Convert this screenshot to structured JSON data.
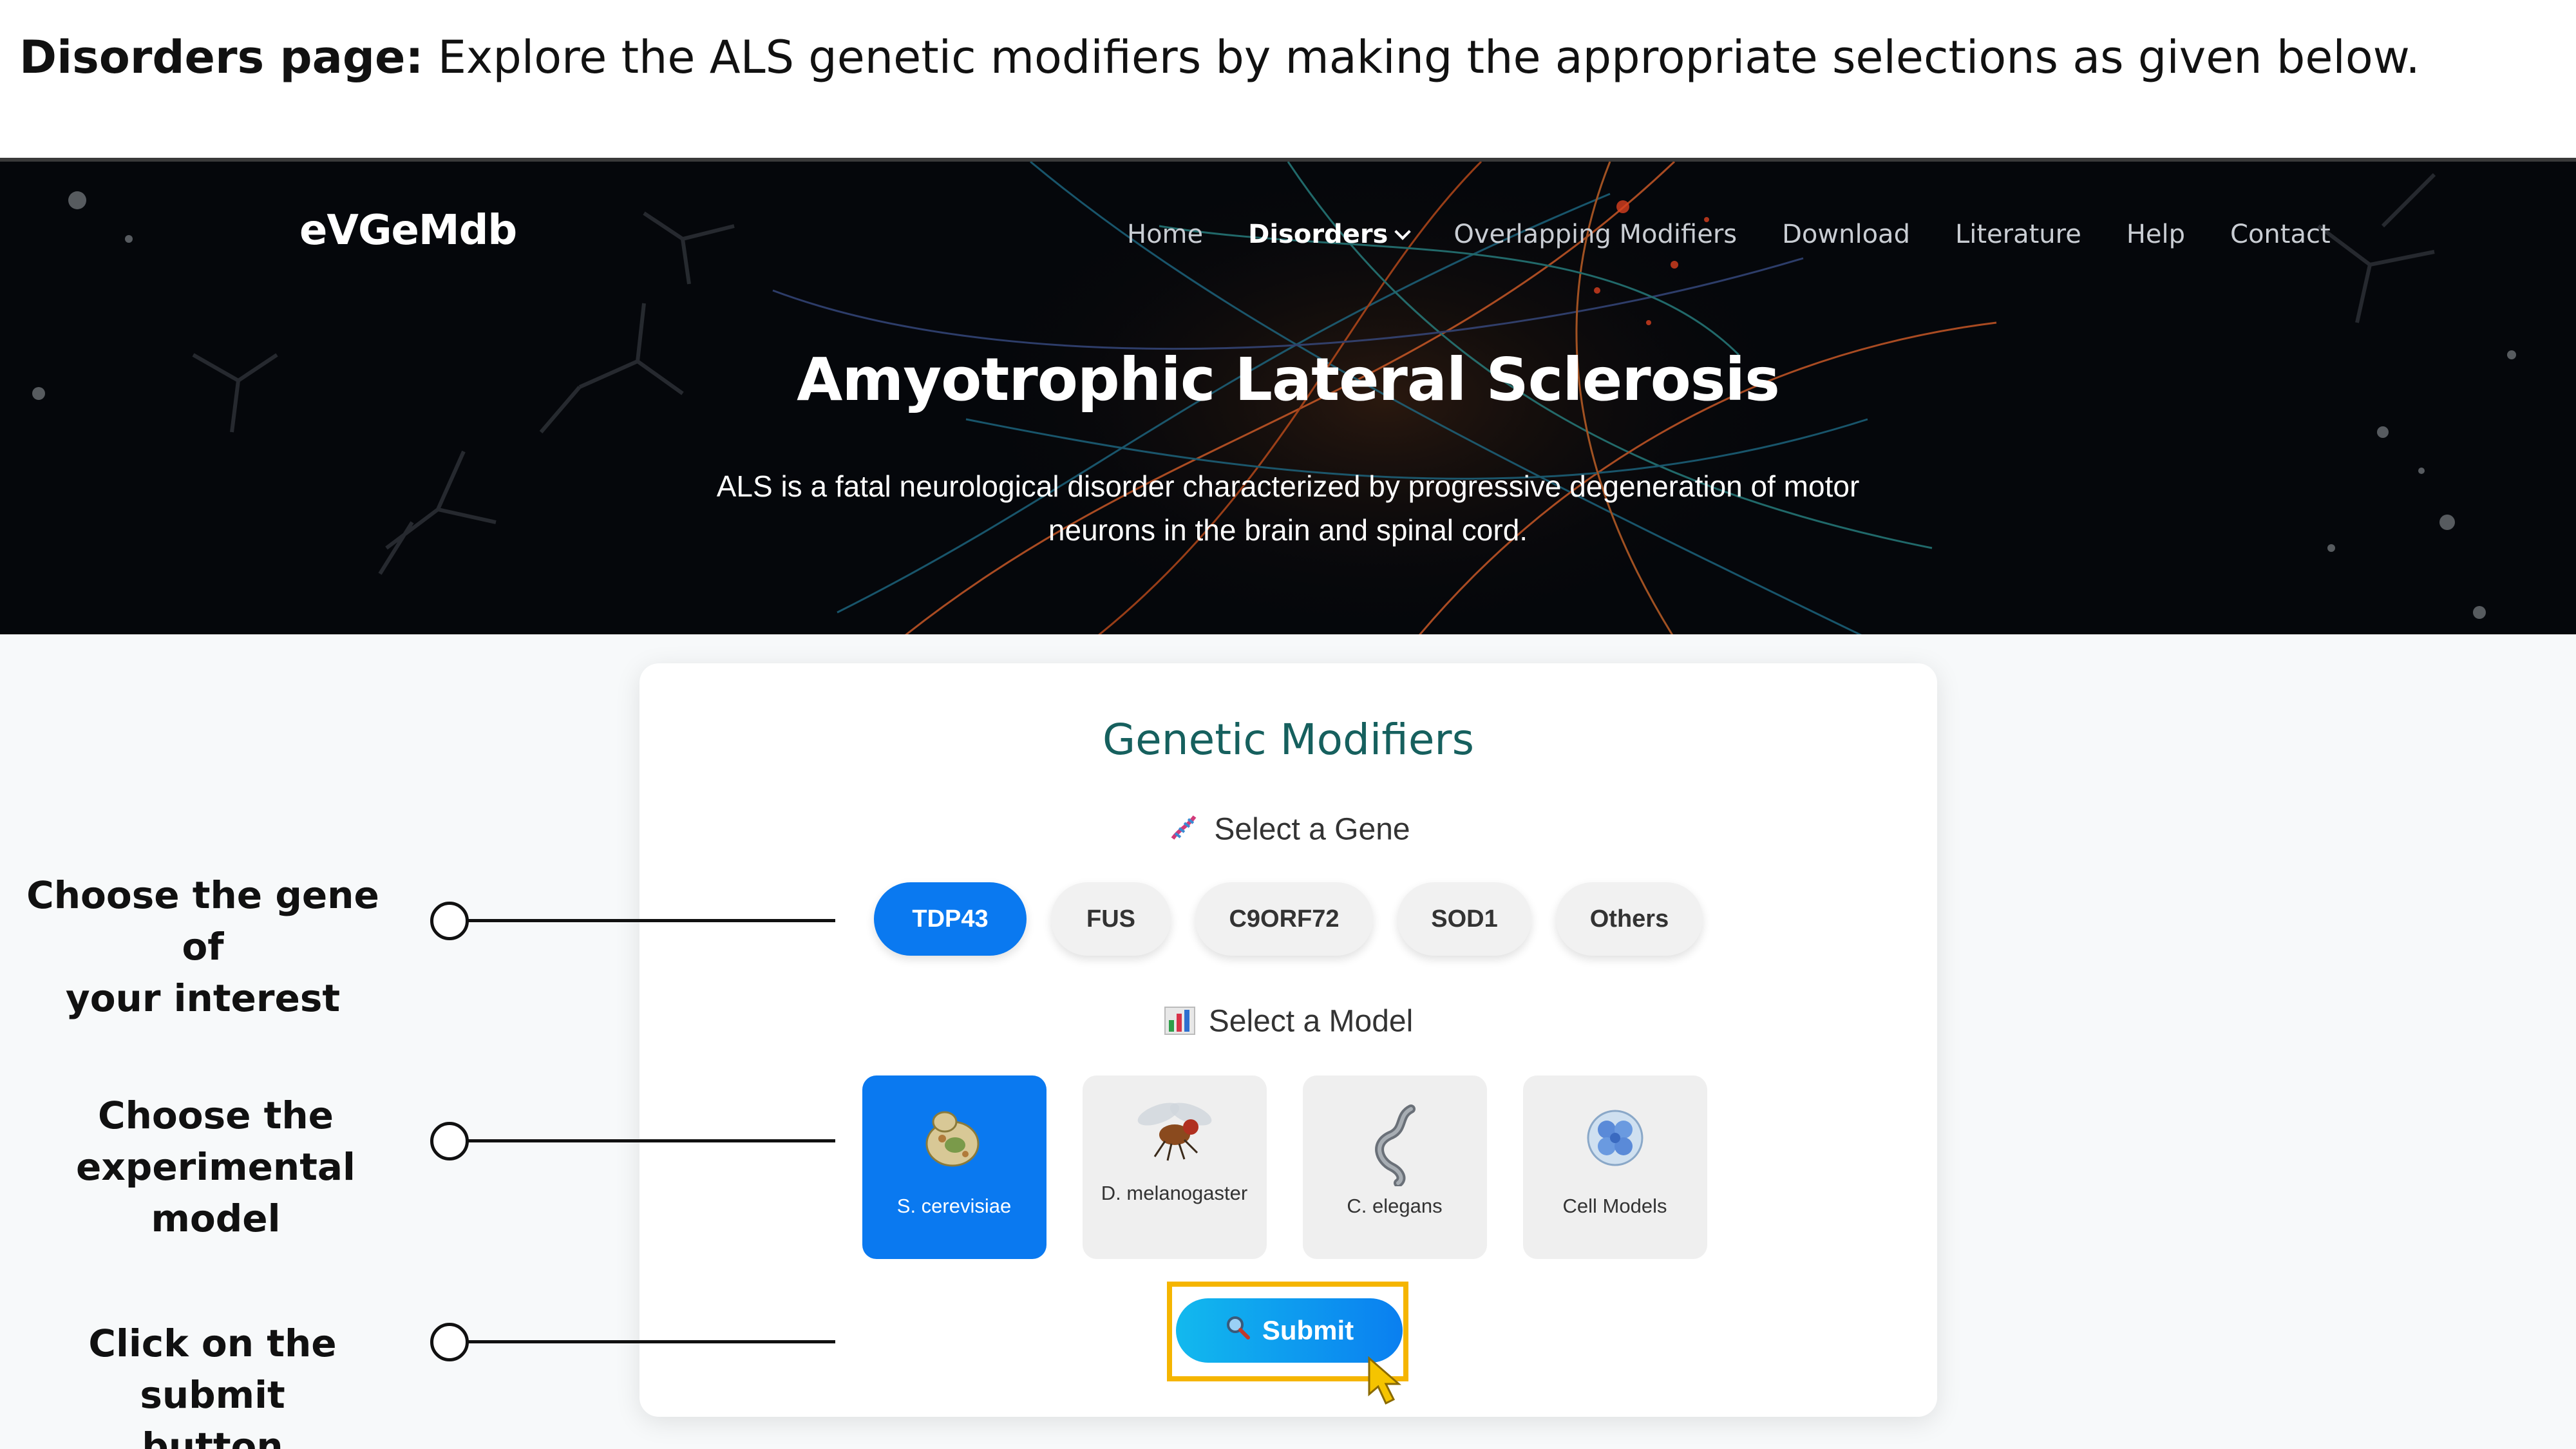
{
  "instruction": {
    "bold": "Disorders page:",
    "text": " Explore the ALS genetic modifiers by making the appropriate selections as given below."
  },
  "header": {
    "logo": "eVGeMdb",
    "nav": [
      "Home",
      "Disorders",
      "Overlapping Modifiers",
      "Download",
      "Literature",
      "Help",
      "Contact"
    ],
    "active_nav": "Disorders"
  },
  "hero": {
    "title": "Amyotrophic Lateral Sclerosis",
    "desc_line1": "ALS is a fatal neurological disorder characterized by progressive degeneration of motor",
    "desc_line2": "neurons in the brain and spinal cord."
  },
  "card": {
    "title": "Genetic Modifiers",
    "gene_label": "Select a Gene",
    "genes": [
      {
        "label": "TDP43",
        "selected": true
      },
      {
        "label": "FUS",
        "selected": false
      },
      {
        "label": "C9ORF72",
        "selected": false
      },
      {
        "label": "SOD1",
        "selected": false
      },
      {
        "label": "Others",
        "selected": false
      }
    ],
    "model_label": "Select a Model",
    "models": [
      {
        "label": "S. cerevisiae",
        "icon": "yeast-icon",
        "selected": true
      },
      {
        "label": "D. melanogaster",
        "icon": "fly-icon",
        "selected": false
      },
      {
        "label": "C. elegans",
        "icon": "worm-icon",
        "selected": false
      },
      {
        "label": "Cell Models",
        "icon": "cells-icon",
        "selected": false
      }
    ],
    "submit_label": "Submit"
  },
  "annotations": {
    "gene_line1": "Choose the gene of",
    "gene_line2": "your interest",
    "model_line1": "Choose the",
    "model_line2": "experimental model",
    "submit_line1": "Click on the submit",
    "submit_line2": "button"
  },
  "colors": {
    "accent": "#0a79f0",
    "title_teal": "#16605e",
    "highlight": "#f5b500",
    "hero_bg": "#05070b"
  }
}
